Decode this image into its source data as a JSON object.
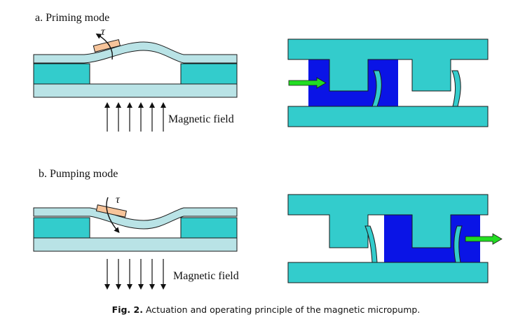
{
  "panel_a": {
    "title": "a. Priming mode",
    "torque_symbol": "τ",
    "field_label": "Magnetic field"
  },
  "panel_b": {
    "title": "b. Pumping mode",
    "torque_symbol": "τ",
    "field_label": "Magnetic field"
  },
  "caption": {
    "figure_ref": "Fig. 2.",
    "text": "Actuation and operating principle of the magnetic micropump."
  },
  "colors": {
    "body_cyan": "#33cccc",
    "membrane_light": "#b9e3e6",
    "fluid_blue": "#0a14e6",
    "magnet_orange": "#f7c49a",
    "arrow_green": "#22dd22",
    "outline": "#1a1a1a"
  },
  "icons": {
    "torque_arrow": "curved-arrow-icon",
    "flow_arrow": "right-arrow-icon",
    "field_arrow": "vertical-arrow-icon"
  }
}
